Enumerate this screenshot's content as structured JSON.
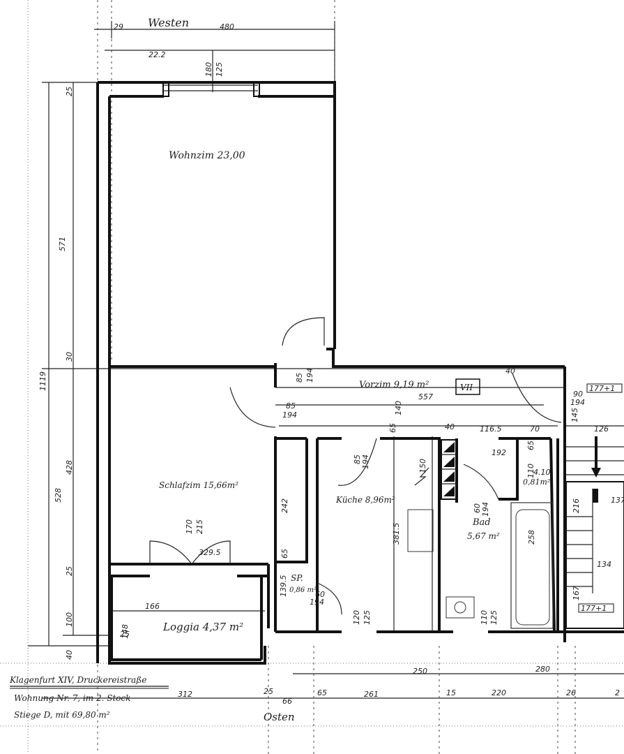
{
  "orientation": {
    "top": "Westen",
    "bottom": "Osten"
  },
  "rooms": {
    "wohnzimmer": "Wohnzim 23,00",
    "schlafzimmer": "Schlafzim 15,66m²",
    "vorzimmer": "Vorzim 9,19 m²",
    "kueche": "Küche 8,96m²",
    "bad": "Bad",
    "bad_area": "5,67 m²",
    "loggia": "Loggia 4,37 m²",
    "speis": "SP.",
    "speis_area": "0,86 m²",
    "wc_area": "0,81m²"
  },
  "marker": "VII",
  "stair_labels": [
    "177+1",
    "177+1"
  ],
  "note": {
    "line1": "Klagenfurt XIV, Druckereistraße",
    "line2": "Wohnung Nr. 7, im 2. Stock",
    "line3": "Stiege D, mit 69,80 m²"
  },
  "dims_top": {
    "a": "29",
    "b": "480",
    "c": "22.2",
    "d": "180",
    "e": "125",
    "f": "25"
  },
  "dims_left": {
    "a": "571",
    "b": "1119",
    "c": "30",
    "d": "528",
    "e": "428",
    "f": "25",
    "g": "100",
    "h": "40"
  },
  "dims_mid": {
    "d1": "85",
    "d2": "194",
    "d3": "85",
    "d4": "194",
    "d5": "557",
    "d6": "65",
    "d7": "140",
    "d8": "40",
    "d9": "116.5",
    "d10": "70",
    "d11": "40",
    "d12": "90",
    "d13": "194",
    "d14": "145",
    "d15": "126",
    "d16": "85",
    "d17": "194",
    "d18": "150",
    "d19": "192",
    "d20": "4.10",
    "d21": "110",
    "d22": "65",
    "d23": "60",
    "d24": "194",
    "d25": "242",
    "d26": "170",
    "d27": "215",
    "d28": "329.5",
    "d29": "65",
    "d30": "139.5",
    "d31": "60",
    "d32": "194",
    "d33": "166",
    "d34": "148",
    "d35": "381.5",
    "d36": "120",
    "d37": "125",
    "d38": "258",
    "d39": "110",
    "d40": "125",
    "d41": "216",
    "d42": "167",
    "d43": "134",
    "d44": "25",
    "d45": "137"
  },
  "dims_bottom": {
    "a": "312",
    "b": "25",
    "c": "66",
    "d": "65",
    "e": "250",
    "f": "261",
    "g": "15",
    "h": "220",
    "i": "280",
    "j": "26",
    "k": "2"
  }
}
